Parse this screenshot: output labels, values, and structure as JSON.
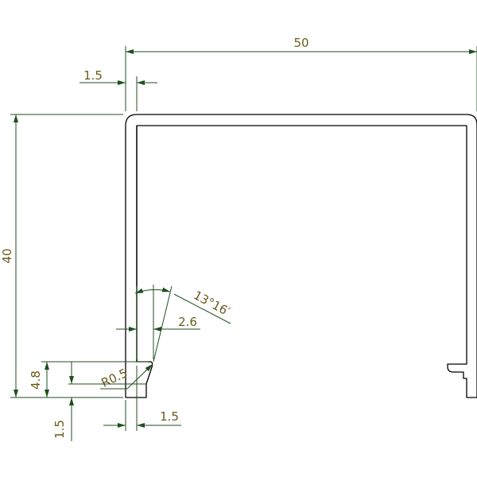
{
  "dimensions": {
    "overall_width": "50",
    "wall_thickness_top": "1.5",
    "overall_height": "40",
    "lip_gap": "2.6",
    "lip_angle": "13°16′",
    "inner_radius": "R0.5",
    "lip_height": "4.8",
    "lip_offset": "1.5",
    "wall_thickness_bottom": "1.5"
  },
  "colors": {
    "dimension_line": "#1f4f1f",
    "dimension_text": "#6b5a1a",
    "profile_line": "#000000"
  }
}
